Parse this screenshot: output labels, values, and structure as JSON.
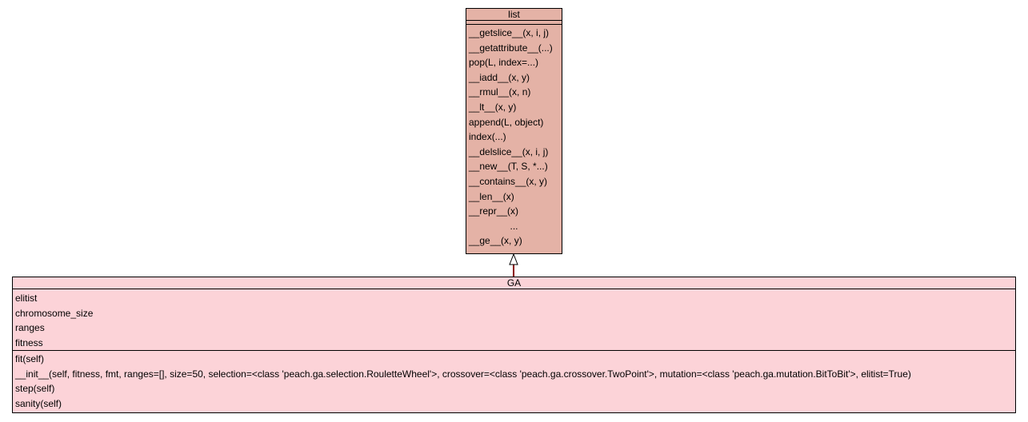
{
  "classes": {
    "list": {
      "name": "list",
      "attributes": [],
      "operations": [
        "__getslice__(x, i, j)",
        "__getattribute__(...)",
        "pop(L, index=...)",
        "__iadd__(x, y)",
        "__rmul__(x, n)",
        "__lt__(x, y)",
        "append(L, object)",
        "index(...)",
        "__delslice__(x, i, j)",
        "__new__(T, S, *...)",
        "__contains__(x, y)",
        "__len__(x)",
        "__repr__(x)",
        "...",
        "__ge__(x, y)"
      ],
      "fill": "#e4b2a6"
    },
    "ga": {
      "name": "GA",
      "attributes": [
        "elitist",
        "chromosome_size",
        "ranges",
        "fitness"
      ],
      "operations": [
        "fit(self)",
        "__init__(self, fitness, fmt, ranges=[], size=50, selection=<class 'peach.ga.selection.RouletteWheel'>, crossover=<class 'peach.ga.crossover.TwoPoint'>, mutation=<class 'peach.ga.mutation.BitToBit'>, elitist=True)",
        "step(self)",
        "sanity(self)"
      ],
      "fill": "#fcd3d8"
    }
  },
  "relations": [
    {
      "type": "generalization",
      "from": "GA",
      "to": "list",
      "color": "#8b0000"
    }
  ]
}
